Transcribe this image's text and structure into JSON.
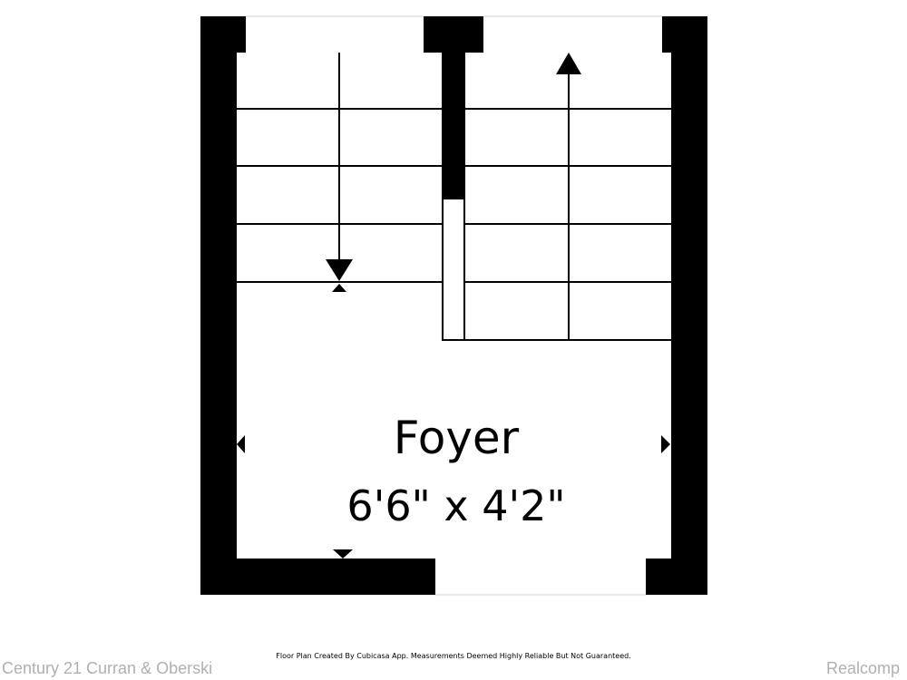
{
  "room": {
    "name": "Foyer",
    "dimensions": "6'6\" x 4'2\""
  },
  "footer": {
    "disclaimer": "Floor Plan Created By Cubicasa App. Measurements Deemed Highly Reliable But Not Guaranteed."
  },
  "watermarks": {
    "left": "Century 21 Curran & Oberski",
    "right": "Realcomp"
  },
  "colors": {
    "wall": "#000000",
    "background": "#ffffff",
    "watermark": "#b0b0b0"
  }
}
